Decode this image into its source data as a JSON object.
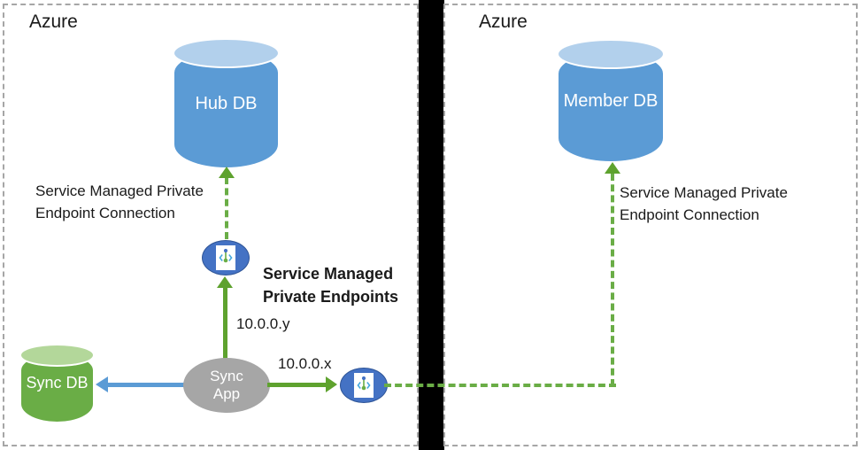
{
  "panels": {
    "left": {
      "title": "Azure"
    },
    "right": {
      "title": "Azure"
    }
  },
  "nodes": {
    "hub_db": {
      "label": "Hub DB",
      "color": "#5b9bd5",
      "shape": "cylinder"
    },
    "member_db": {
      "label": "Member\nDB",
      "color": "#5b9bd5",
      "shape": "cylinder"
    },
    "sync_db": {
      "label": "Sync\nDB",
      "color": "#6aad46",
      "shape": "cylinder"
    },
    "sync_app": {
      "label": "Sync\nApp",
      "color": "#a6a6a6",
      "shape": "ellipse"
    },
    "pe_hub": {
      "icon": "private-endpoint-icon",
      "color": "#4472c4"
    },
    "pe_sync": {
      "icon": "private-endpoint-icon",
      "color": "#4472c4"
    }
  },
  "labels": {
    "left_connection": "Service Managed Private\nEndpoint Connection",
    "right_connection": "Service Managed Private\nEndpoint Connection",
    "endpoints_title": "Service Managed\nPrivate Endpoints",
    "ip_hub": "10.0.0.y",
    "ip_sync": "10.0.0.x"
  },
  "colors": {
    "database_blue": "#5b9bd5",
    "sync_green": "#6aad46",
    "endpoint_blue": "#4472c4",
    "connector_green": "#5ea22e",
    "connector_blue": "#5b9bd5",
    "app_gray": "#a6a6a6",
    "panel_border": "#a6a6a6",
    "divider_black": "#000000"
  }
}
